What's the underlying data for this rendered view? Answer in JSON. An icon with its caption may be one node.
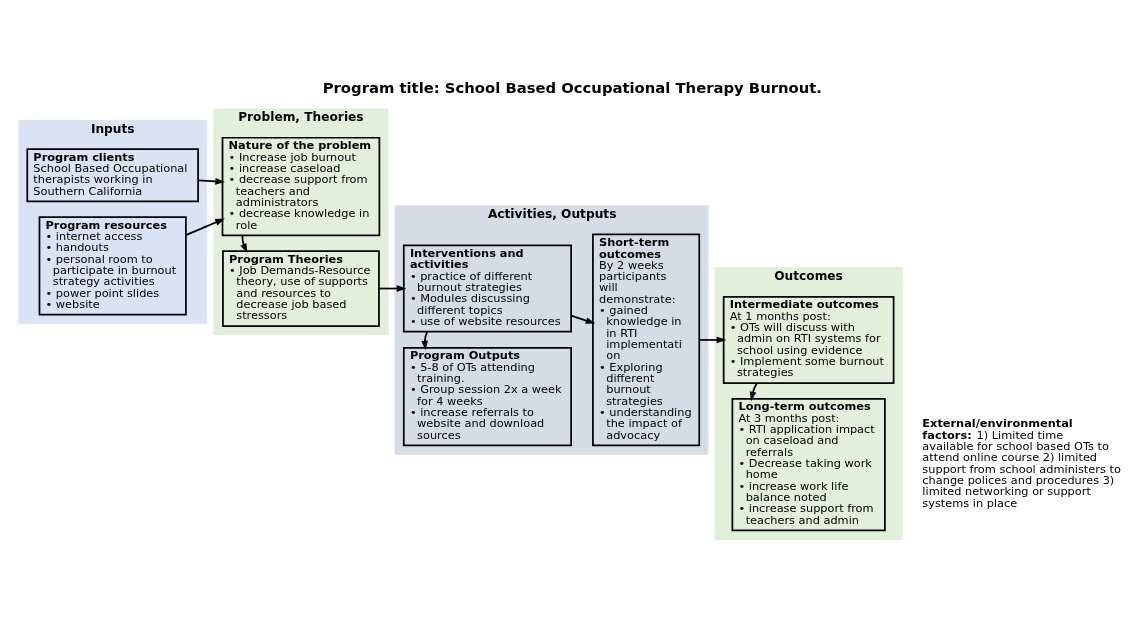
{
  "diagram": {
    "title": "Program title: School Based Occupational Therapy Burnout.",
    "nodes": [
      {
        "text": [
          "Inputs"
        ]
      },
      {
        "text": [
          "Program clients",
          "School Based Occupational therapists working in Southern California"
        ],
        "in": 0
      },
      {
        "text": [
          "Program resources",
          "• internet access",
          "• handouts",
          "• personal room to participate in burnout strategy activities",
          "• power point slides",
          "• website"
        ],
        "in": 0
      },
      {
        "text": [
          "Problem, Theories"
        ]
      },
      {
        "text": [
          "Nature of the problem",
          "• Increase job burnout",
          "• increase caseload",
          "• decrease support from teachers and administrators",
          "• decrease knowledge in role"
        ],
        "in": 3
      },
      {
        "text": [
          "Program Theories",
          "• Job Demands-Resource theory, use of supports and resources to decrease job based stressors"
        ],
        "in": 3
      },
      {
        "text": [
          "Activities, Outputs"
        ]
      },
      {
        "text": [
          "Interventions and activities",
          "• practice of different burnout strategies",
          "• Modules discussing different topics",
          "• use of website resources"
        ],
        "in": 6
      },
      {
        "text": [
          "Program Outputs",
          "• 5-8 of OTs attending training.",
          "• Group session 2x a week for 4 weeks",
          "• increase referrals to website and download sources"
        ],
        "in": 6
      },
      {
        "text": [
          "Short-term outcomes",
          "By 2 weeks participants will demonstrate:",
          "• gained knowledge in in RTI implementati on",
          "• Exploring different burnout strategies",
          "• understanding the impact of advocacy"
        ],
        "in": 6
      },
      {
        "text": [
          "Outcomes"
        ]
      },
      {
        "text": [
          "Intermediate outcomes",
          "At 1 months post:",
          "• OTs will discuss with admin on RTI systems for school using evidence",
          "• Implement some burnout strategies"
        ],
        "in": 10
      },
      {
        "text": [
          "Long-term outcomes",
          "At 3 months post:",
          "• RTI application impact on caseload and referrals",
          "• Decrease taking work home",
          "• increase work life balance noted",
          "• increase support from teachers and admin"
        ],
        "in": 10
      }
    ],
    "edges": [
      {
        "from": 1,
        "to": 4,
        "arrow": "to"
      },
      {
        "from": 2,
        "to": 4,
        "arrow": "to"
      },
      {
        "from": 4,
        "to": 5,
        "arrow": "to"
      },
      {
        "from": 5,
        "to": 7,
        "arrow": "to"
      },
      {
        "from": 7,
        "to": 8,
        "arrow": "to"
      },
      {
        "from": 7,
        "to": 9,
        "arrow": "to"
      },
      {
        "from": 9,
        "to": 11,
        "arrow": "to"
      },
      {
        "from": 11,
        "to": 12,
        "arrow": "to"
      }
    ],
    "labels": [
      "**External/environmental factors:** 1) Limited time available for school based OTs to attend online course 2) limited support from school administers to change polices and procedures 3) limited networking or support systems in place"
    ]
  }
}
